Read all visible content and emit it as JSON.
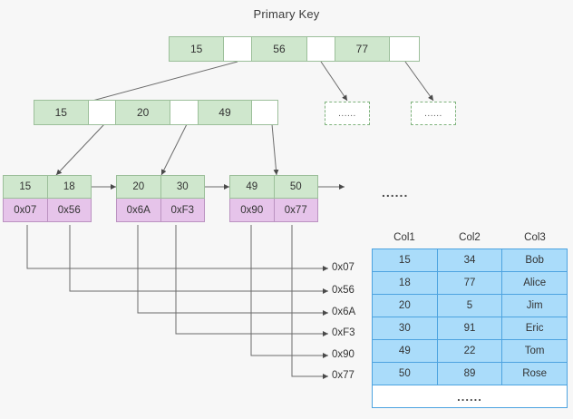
{
  "title": "Primary Key",
  "colors": {
    "key_fill": "#cfe7cd",
    "key_stroke": "#9cbf9a",
    "pointer_fill": "#e6c4ea",
    "pointer_stroke": "#bb93c1",
    "table_fill": "#aadcfa",
    "table_stroke": "#4da3e0",
    "background": "#f7f7f7",
    "wire": "#6b6b6b"
  },
  "root_node": {
    "cells": [
      {
        "type": "key",
        "label": "15"
      },
      {
        "type": "pointer",
        "label": ""
      },
      {
        "type": "key",
        "label": "56"
      },
      {
        "type": "pointer",
        "label": ""
      },
      {
        "type": "key",
        "label": "77"
      },
      {
        "type": "pointer",
        "label": ""
      }
    ]
  },
  "internal_node": {
    "cells": [
      {
        "type": "key",
        "label": "15"
      },
      {
        "type": "pointer",
        "label": ""
      },
      {
        "type": "key",
        "label": "20"
      },
      {
        "type": "pointer",
        "label": ""
      },
      {
        "type": "key",
        "label": "49"
      },
      {
        "type": "pointer",
        "label": ""
      }
    ]
  },
  "leaves": [
    {
      "keys": [
        "15",
        "18"
      ],
      "pointers": [
        "0x07",
        "0x56"
      ]
    },
    {
      "keys": [
        "20",
        "30"
      ],
      "pointers": [
        "0x6A",
        "0xF3"
      ]
    },
    {
      "keys": [
        "49",
        "50"
      ],
      "pointers": [
        "0x90",
        "0x77"
      ]
    }
  ],
  "dashed_nodes": [
    {
      "label": "......"
    },
    {
      "label": "......"
    }
  ],
  "leaf_chain_ellipsis": "......",
  "address_labels": [
    "0x07",
    "0x56",
    "0x6A",
    "0xF3",
    "0x90",
    "0x77"
  ],
  "table": {
    "headers": [
      "Col1",
      "Col2",
      "Col3"
    ],
    "rows": [
      [
        "15",
        "34",
        "Bob"
      ],
      [
        "18",
        "77",
        "Alice"
      ],
      [
        "20",
        "5",
        "Jim"
      ],
      [
        "30",
        "91",
        "Eric"
      ],
      [
        "49",
        "22",
        "Tom"
      ],
      [
        "50",
        "89",
        "Rose"
      ]
    ],
    "more_label": "......"
  }
}
